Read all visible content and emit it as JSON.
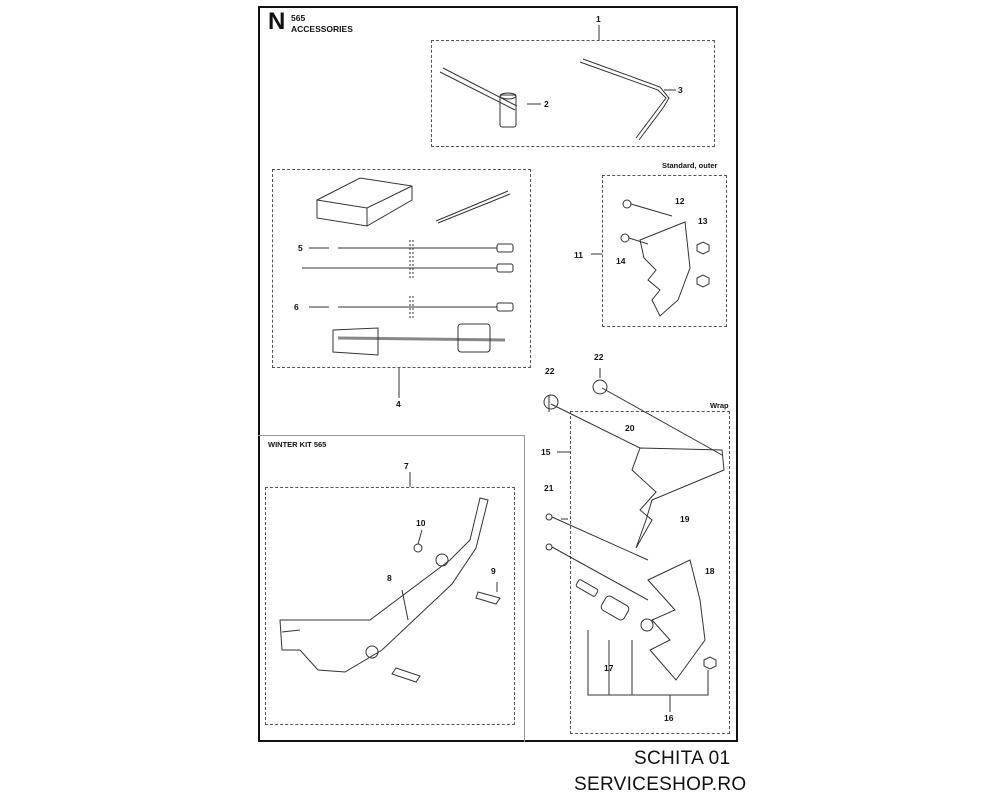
{
  "header": {
    "section": "N",
    "model": "565",
    "title": "ACCESSORIES"
  },
  "captions": {
    "standard_outer": "Standard, outer",
    "wrap": "Wrap",
    "winter_kit": "WINTER KIT 565"
  },
  "callouts": {
    "n1": "1",
    "n2": "2",
    "n3": "3",
    "n4": "4",
    "n5": "5",
    "n6": "6",
    "n7": "7",
    "n8": "8",
    "n9": "9",
    "n10": "10",
    "n11": "11",
    "n12": "12",
    "n13": "13",
    "n14": "14",
    "n15": "15",
    "n16": "16",
    "n17": "17",
    "n18": "18",
    "n19": "19",
    "n20": "20",
    "n21": "21",
    "n22a": "22",
    "n22b": "22"
  },
  "footer": {
    "sheet": "SCHITA 01",
    "site": "SERVICESHOP.RO"
  }
}
